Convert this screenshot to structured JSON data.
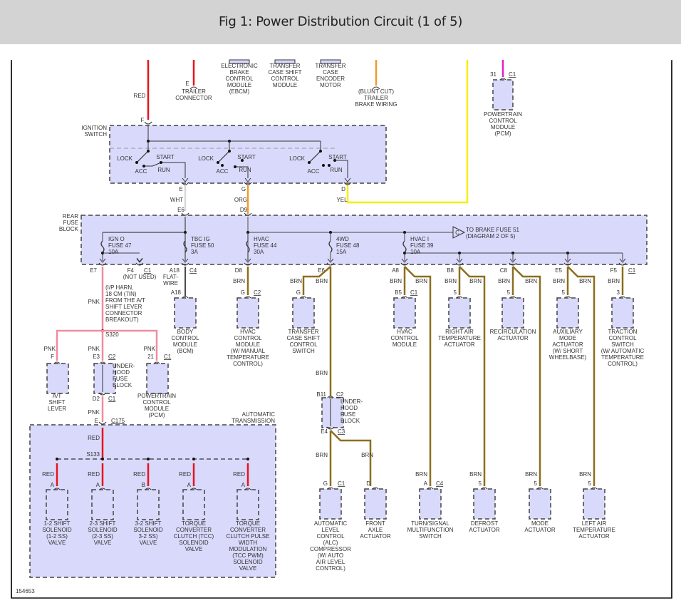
{
  "header": {
    "title": "Fig 1: Power Distribution Circuit (1 of 5)"
  },
  "figure_id": "154653",
  "colors": {
    "red": "#e8141c",
    "pink": "#f08ca0",
    "orange": "#f39a2c",
    "yellow": "#f5f000",
    "magenta": "#e020c8",
    "brown": "#8c6e1e",
    "white_wire": "#d8d8d8",
    "box_fill": "#d9d9fb",
    "box_stroke": "#444444"
  },
  "top_labels": {
    "red": "RED",
    "trailer_pin": "E",
    "trailer": [
      "TRAILER",
      "CONNECTOR"
    ],
    "ebcm": [
      "ELECTRONIC",
      "BRAKE",
      "CONTROL",
      "MODULE",
      "(EBCM)"
    ],
    "tcscm": [
      "TRANSFER",
      "CASE SHIFT",
      "CONTROL",
      "MODULE"
    ],
    "tcem": [
      "TRANSFER",
      "CASE",
      "ENCODER",
      "MOTOR"
    ],
    "blunt": [
      "(BLUNT CUT)",
      "TRAILER",
      "BRAKE WIRING"
    ],
    "pcm_pin": "31",
    "pcm_conn": "C1",
    "pcm": [
      "POWERTRAIN",
      "CONTROL",
      "MODULE",
      "(PCM)"
    ]
  },
  "ignition": {
    "title": [
      "IGNITION",
      "SWITCH"
    ],
    "pin_in": "F",
    "lock": "LOCK",
    "acc": "ACC",
    "run": "RUN",
    "start": "START",
    "out_pins": [
      "E",
      "G",
      "D"
    ],
    "out_wires": [
      "WHT",
      "ORG",
      "YEL"
    ]
  },
  "fuse_block": {
    "title": [
      "REAR",
      "FUSE",
      "BLOCK"
    ],
    "in_pins": [
      "E6",
      "D9"
    ],
    "fuses": [
      {
        "name": "IGN O",
        "fuse": "FUSE 47",
        "amps": "10A"
      },
      {
        "name": "TBC IG",
        "fuse": "FUSE 50",
        "amps": "3A"
      },
      {
        "name": "HVAC",
        "fuse": "FUSE 44",
        "amps": "30A"
      },
      {
        "name": "4WD",
        "fuse": "FUSE 48",
        "amps": "15A"
      },
      {
        "name": "HVAC I",
        "fuse": "FUSE 39",
        "amps": "10A"
      }
    ],
    "offpage_letter": "C",
    "offpage": [
      "TO BRAKE FUSE 51",
      "(DIAGRAM 2 OF 5)"
    ],
    "out_pins": [
      "E7",
      "F4",
      "A18",
      "D8",
      "E6",
      "A8",
      "B8",
      "C8",
      "E5",
      "F5"
    ],
    "conn_c1": "C1",
    "conn_c4": "C4",
    "not_used": "(NOT USED)",
    "flat_wire": [
      "FLAT-",
      "WIRE"
    ]
  },
  "pink_branch": {
    "wire": "PNK",
    "note": [
      "(I/P HARN,",
      "18 CM (7IN)",
      "FROM THE A/T",
      "SHIFT LEVER",
      "CONNECTOR",
      "BREAKOUT)"
    ],
    "splice": "S320",
    "at_pin": "F",
    "at_shift": [
      "A/T",
      "SHIFT",
      "LEVER"
    ],
    "uh_pin_top": "E3",
    "uh_conn_top": "C2",
    "uh_pin_bot": "D2",
    "uh_conn_bot": "C1",
    "underhood": [
      "UNDER-",
      "HOOD",
      "FUSE",
      "BLOCK"
    ],
    "pcm_pin": "21",
    "pcm_conn": "C1",
    "pcm": [
      "POWERTRAIN",
      "CONTROL",
      "MODULE",
      "(PCM)"
    ]
  },
  "transmission": {
    "title": [
      "AUTOMATIC",
      "TRANSMISSION"
    ],
    "in_pin": "E",
    "in_conn": "C175",
    "in_wire": "RED",
    "splice": "S133",
    "solenoids": [
      {
        "pin": "A",
        "wire": "RED",
        "label": [
          "1-2 SHIFT",
          "SOLENOID",
          "(1-2 SS)",
          "VALVE"
        ]
      },
      {
        "pin": "A",
        "wire": "RED",
        "label": [
          "2-3 SHIFT",
          "SOLENOID",
          "(2-3 SS)",
          "VALVE"
        ]
      },
      {
        "pin": "B",
        "wire": "RED",
        "label": [
          "3-2 SHIFT",
          "SOLENOID",
          "3-2 SS)",
          "VALVE"
        ]
      },
      {
        "pin": "A",
        "wire": "RED",
        "label": [
          "TORQUE",
          "CONVERTER",
          "CLUTCH (TCC)",
          "SOLENOID",
          "VALVE"
        ]
      },
      {
        "pin": "A",
        "wire": "RED",
        "label": [
          "TORQUE",
          "CONVERTER",
          "CLUTCH PULSE",
          "WIDTH",
          "MODULATION",
          "(TCC PWM)",
          "SOLENOID",
          "VALVE"
        ]
      }
    ]
  },
  "bcm": {
    "pin": "A18",
    "label": [
      "BODY",
      "CONTROL",
      "MODULE",
      "(BCM)"
    ]
  },
  "hvac_manual": {
    "wire": "BRN",
    "pin": "G",
    "conn": "C2",
    "label": [
      "HVAC",
      "CONTROL",
      "MODULE",
      "(W/ MANUAL",
      "TEMPERATURE",
      "CONTROL)"
    ]
  },
  "transfer_switch": {
    "wire": "BRN",
    "pin": "G",
    "label": [
      "TRANSFER",
      "CASE SHIFT",
      "CONTROL",
      "SWITCH"
    ]
  },
  "underhood2": {
    "wire": "BRN",
    "pin_top": "B11",
    "conn_top": "C2",
    "pin_bot": "E4",
    "conn_bot": "C3",
    "label": [
      "UNDER-",
      "HOOD",
      "FUSE",
      "BLOCK"
    ]
  },
  "alc": {
    "wire": "BRN",
    "pin": "G",
    "conn": "C1",
    "label": [
      "AUTOMATIC",
      "LEVEL",
      "CONTROL",
      "(ALC)",
      "COMPRESSOR",
      "(W/ AUTO",
      "AIR LEVEL",
      "CONTROL)"
    ]
  },
  "front_axle": {
    "wire": "BRN",
    "pin": "D",
    "label": [
      "FRONT",
      "AXLE",
      "ACTUATOR"
    ]
  },
  "hvac_module": {
    "wire": "BRN",
    "pin": "B5",
    "conn": "C1",
    "label": [
      "HVAC",
      "CONTROL",
      "MODULE"
    ]
  },
  "turn_signal": {
    "wire": "BRN",
    "pin": "A",
    "conn": "C4",
    "label": [
      "TURN/SIGNAL",
      "MULTIFUNCTION",
      "SWITCH"
    ]
  },
  "right_air": {
    "wire": "BRN",
    "pin": "5",
    "label": [
      "RIGHT AIR",
      "TEMPERATURE",
      "ACTUATOR"
    ]
  },
  "defrost": {
    "wire": "BRN",
    "pin": "5",
    "label": [
      "DEFROST",
      "ACTUATOR"
    ]
  },
  "recirc": {
    "wire": "BRN",
    "pin": "5",
    "label": [
      "RECIRCULATION",
      "ACTUATOR"
    ]
  },
  "mode": {
    "wire": "BRN",
    "pin": "5",
    "label": [
      "MODE",
      "ACTUATOR"
    ]
  },
  "aux_mode": {
    "wire": "BRN",
    "pin": "5",
    "label": [
      "AUXILIARY",
      "MODE",
      "ACTUATOR",
      "(W/ SHORT",
      "WHEELBASE)"
    ]
  },
  "left_air": {
    "wire": "BRN",
    "pin": "5",
    "label": [
      "LEFT AIR",
      "TEMPERATURE",
      "ACTUATOR"
    ]
  },
  "traction": {
    "wire": "BRN",
    "pin": "3",
    "label": [
      "TRACTION",
      "CONTROL",
      "SWITCH",
      "(W/ AUTOMATIC",
      "TEMPERATURE",
      "CONTROL)"
    ]
  }
}
